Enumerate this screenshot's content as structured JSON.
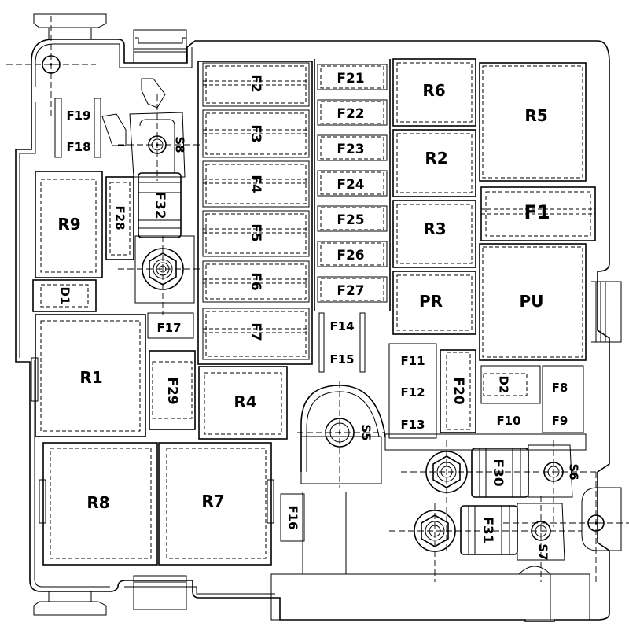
{
  "diagram": {
    "title": "Fuse and relay box layout",
    "line_color": "#000000",
    "background_color": "#ffffff"
  },
  "relays": {
    "R1": "R1",
    "R2": "R2",
    "R3": "R3",
    "R4": "R4",
    "R5": "R5",
    "R6": "R6",
    "R7": "R7",
    "R8": "R8",
    "R9": "R9",
    "PR": "PR",
    "PU": "PU"
  },
  "fuses": {
    "F1": "F1",
    "F2": "F2",
    "F3": "F3",
    "F4": "F4",
    "F5": "F5",
    "F6": "F6",
    "F7": "F7",
    "F8": "F8",
    "F9": "F9",
    "F10": "F10",
    "F11": "F11",
    "F12": "F12",
    "F13": "F13",
    "F14": "F14",
    "F15": "F15",
    "F16": "F16",
    "F17": "F17",
    "F18": "F18",
    "F19": "F19",
    "F20": "F20",
    "F21": "F21",
    "F22": "F22",
    "F23": "F23",
    "F24": "F24",
    "F25": "F25",
    "F26": "F26",
    "F27": "F27",
    "F28": "F28",
    "F29": "F29",
    "F30": "F30",
    "F31": "F31",
    "F32": "F32"
  },
  "diodes": {
    "D1": "D1",
    "D2": "D2"
  },
  "studs": {
    "S5": "S5",
    "S6": "S6",
    "S7": "S7",
    "S8": "S8"
  }
}
